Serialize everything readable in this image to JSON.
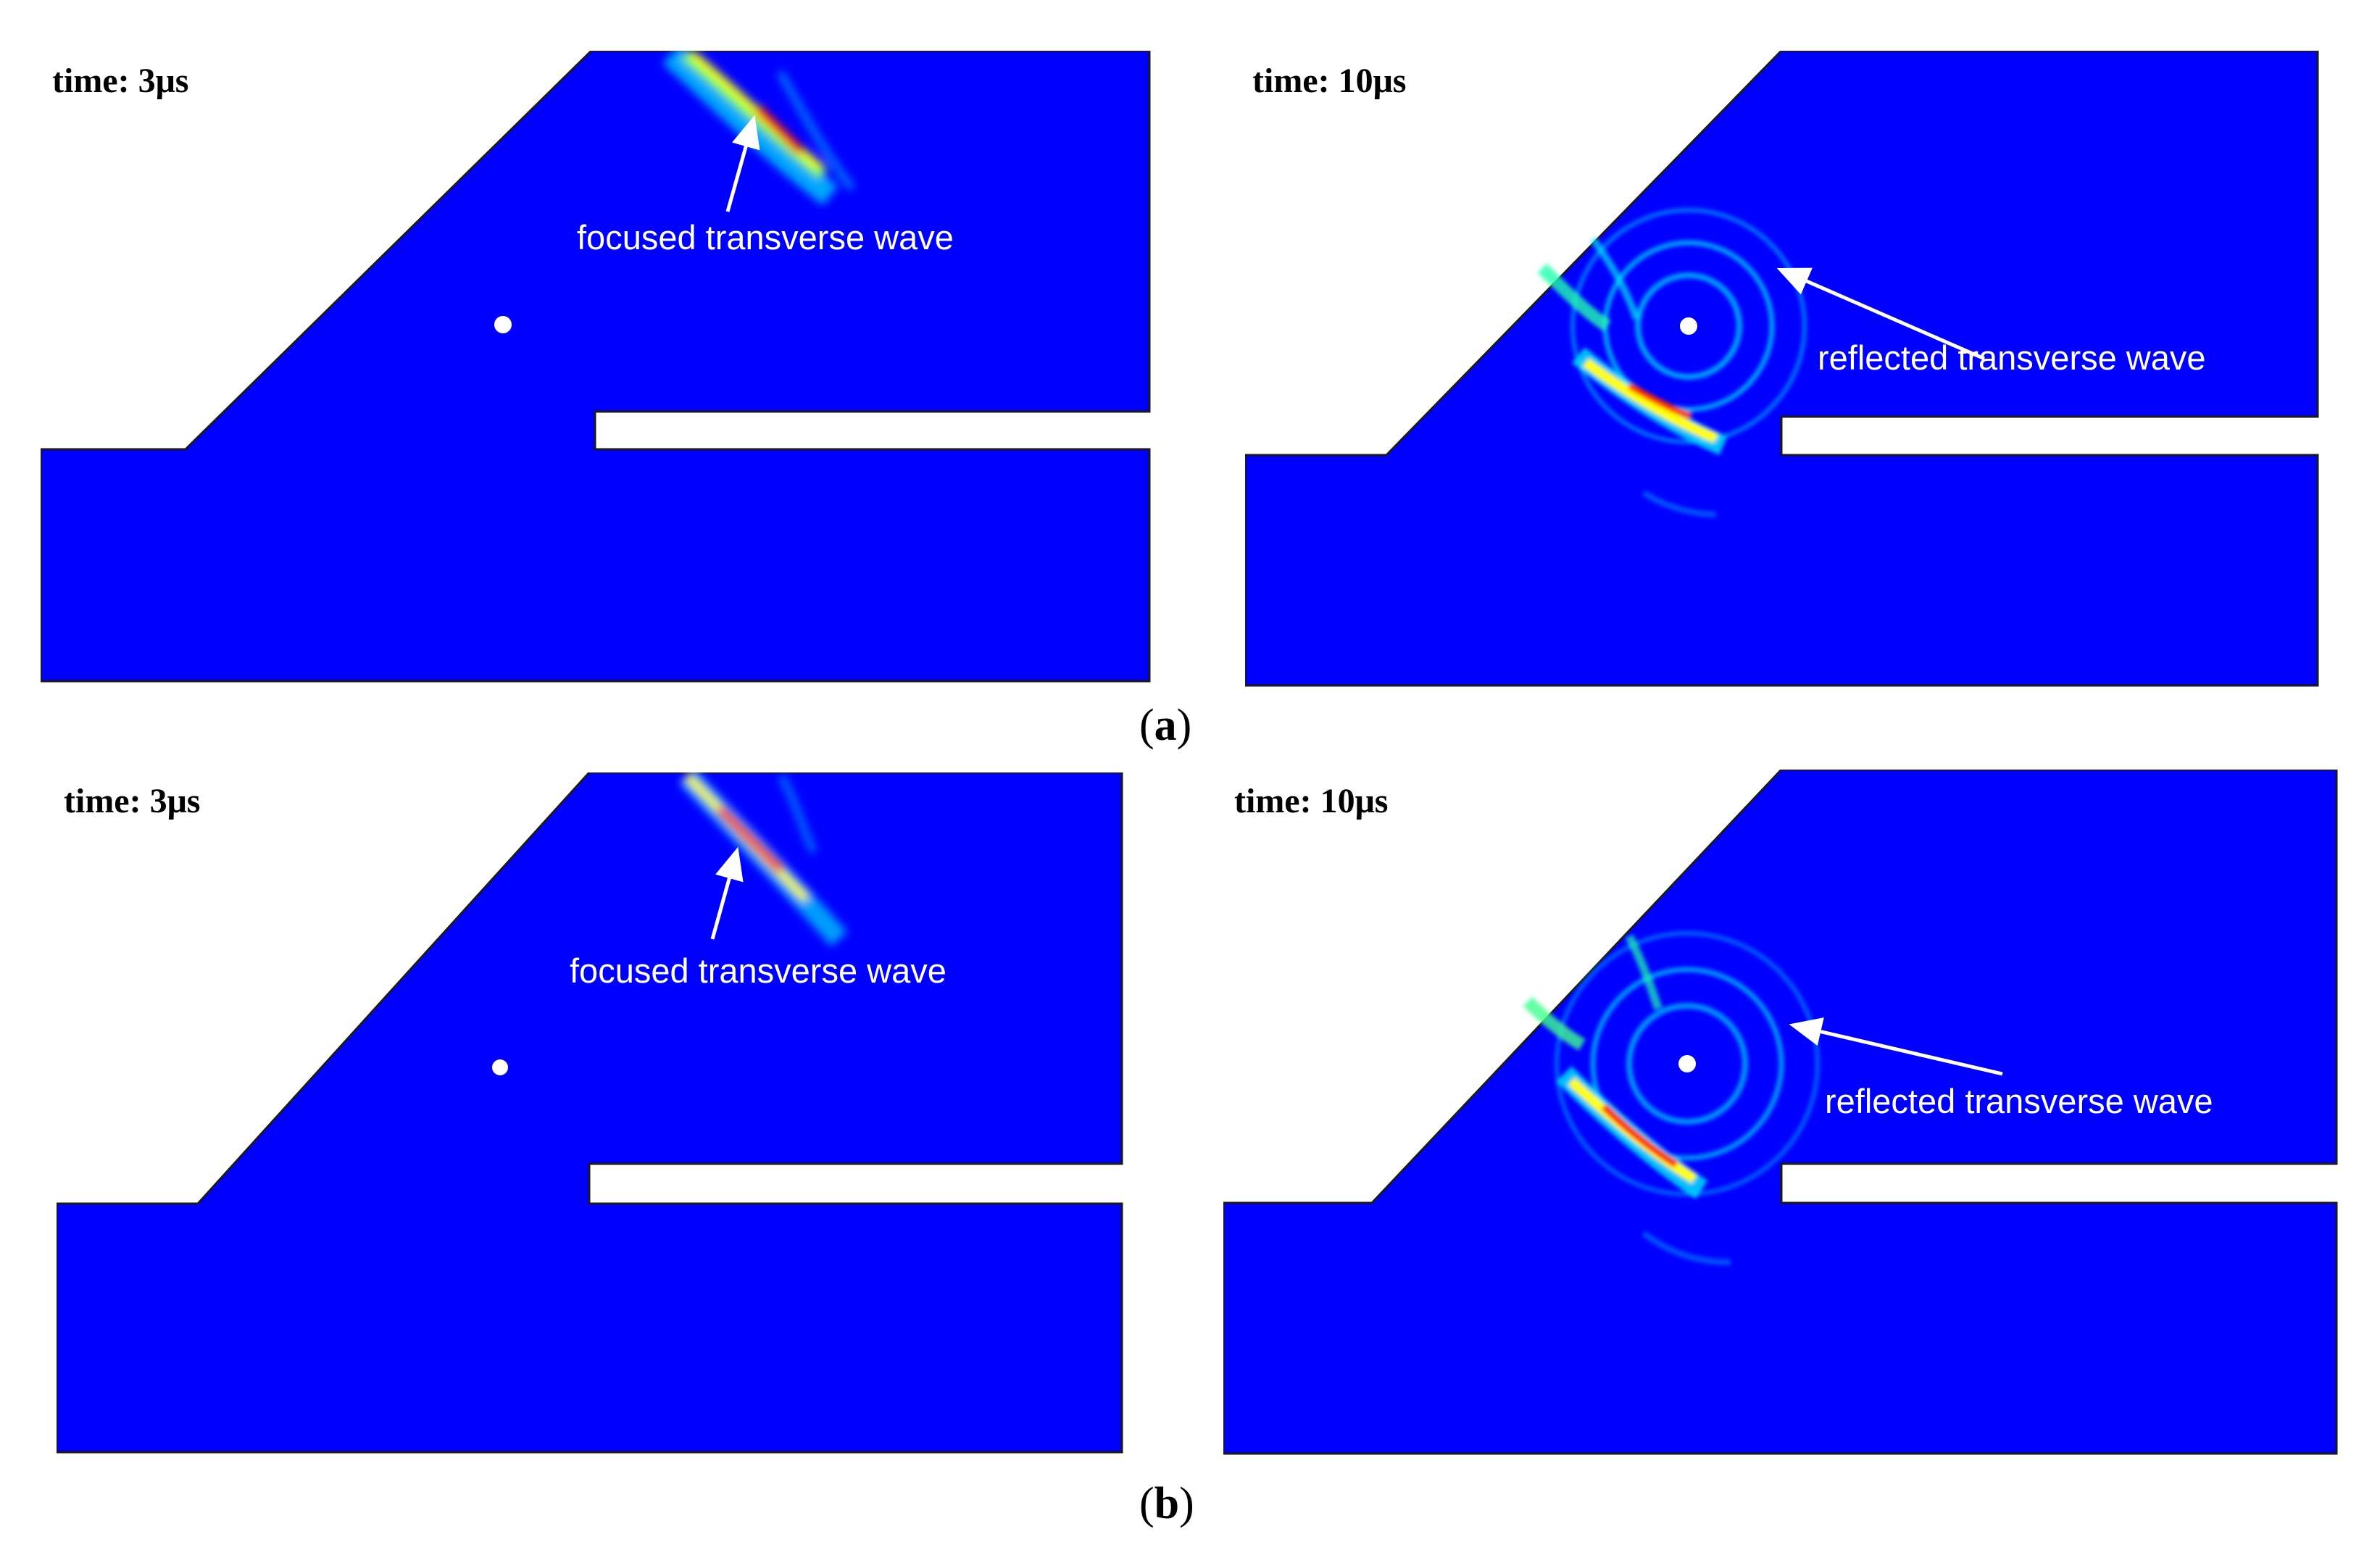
{
  "figure": {
    "rows": [
      {
        "label": "a",
        "panels": [
          {
            "time": "time: 3μs",
            "annotation": "focused transverse wave"
          },
          {
            "time": "time: 10μs",
            "annotation": "reflected transverse wave"
          }
        ]
      },
      {
        "label": "b",
        "panels": [
          {
            "time": "time: 3μs",
            "annotation": "focused transverse wave"
          },
          {
            "time": "time: 10μs",
            "annotation": "reflected transverse wave"
          }
        ]
      }
    ]
  },
  "colors": {
    "background_field": "#0000ff",
    "annotation": "#ffffff",
    "wave_low": "#00bfff",
    "wave_mid": "#ffff00",
    "wave_high": "#ff0000"
  }
}
